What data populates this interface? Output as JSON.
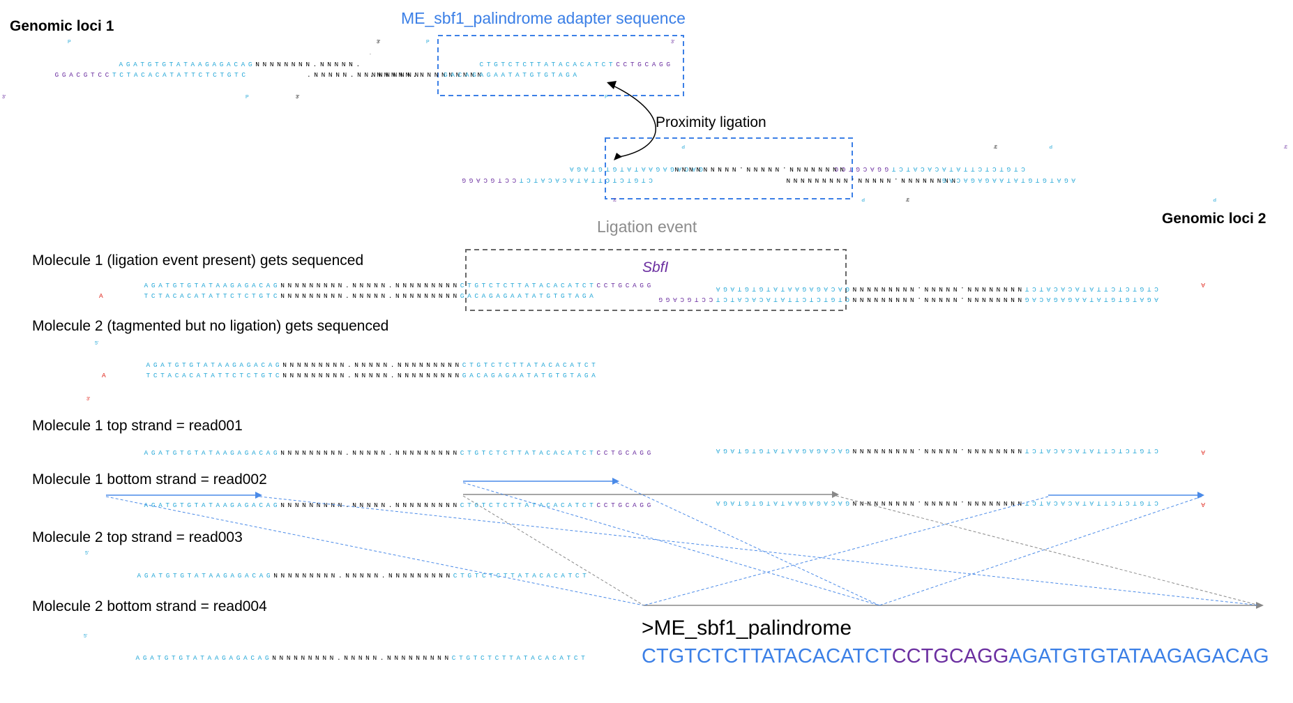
{
  "colors": {
    "cyan": "#29a9d8",
    "purple": "#6b2fa0",
    "black": "#000000",
    "red": "#e0281e",
    "blue_text": "#3b7fe6",
    "gray_text": "#8c8c8c",
    "blue_box": "#3b7fe6",
    "gray_box": "#666666",
    "arrow_blue": "#4a8ae8",
    "arrow_gray": "#888888"
  },
  "labels": {
    "genomic_loci_1": "Genomic loci 1",
    "genomic_loci_2": "Genomic loci 2",
    "adapter_title": "ME_sbf1_palindrome adapter sequence",
    "proximity_ligation": "Proximity ligation",
    "ligation_event": "Ligation event",
    "sbfi": "SbfI",
    "mol1_seq": "Molecule 1 (ligation event present) gets sequenced",
    "mol2_seq": "Molecule 2 (tagmented but no ligation) gets sequenced",
    "mol1_top": "Molecule 1 top strand = read001",
    "mol1_bottom": "Molecule 1 bottom strand = read002",
    "mol2_top": "Molecule 2 top strand = read003",
    "mol2_bottom": "Molecule 2 bottom strand = read004",
    "fasta_header": ">ME_sbf1_palindrome",
    "fasta_part1": "CTGTCTCTTATACACATCT",
    "fasta_part2": "CCTGCAGG",
    "fasta_part3": "AGATGTGTATAAGAGACAG"
  },
  "end_marks": {
    "p": "P",
    "three_prime": "3'",
    "five_prime": "5'",
    "a": "A",
    "dot": "."
  },
  "sequences": {
    "loci1_top_cyan": "AGATGTGTATAAGAGACAG",
    "loci1_top_n": "NNNNNNNN.NNNNN.",
    "loci1_bot_purple": "GGACGTCC",
    "loci1_bot_cyan": "TCTACACATATTCTCTGTC",
    "loci1_bot_n": ".NNNNN.NNNNNNNNN",
    "adapter_top_cyan": "CTGTCTCTTATACACATCT",
    "adapter_top_purple": "CCTGCAGG",
    "adapter_bot_cyan": "GACAGAGAATATGTGTAGA",
    "n_run": "NNNNNNNN.NNNNN.NNNNNNNNN",
    "n_run_mid": "NNNNNNNN.NNNNN.NNNNNNNN",
    "mol1_top_cyan": "AGATGTGTATAAGAGACAG",
    "mol1_top_n": "NNNNNNNNN.NNNNN.NNNNNNNNN",
    "mol1_bot_cyan": "TCTACACATATTCTCTGTC",
    "mol2_top_cyan": "AGATGTGTATAAGAGACAG",
    "mol2_bot_cyan": "TCTACACATATTCTCTGTC",
    "mol2_adapter": "CTGTCTCTTATACACATCT",
    "mol2_adapter_bot": "GACAGAGAATATGTGTAGA",
    "right_adapter_rev": "GACAGAGAATATGTGTAGA",
    "right_purple_rev": "GGACGTCC",
    "right_cyan_rev": "TCTACACATATTCTCTGTC",
    "right_tail_rev": "CTGTCTCTTATACACATCT",
    "right_bot_rev": "AGATGTGTATAAGAGACAG",
    "right_bot_cyan_rev": "GACAGAGAATATGTGTAGA",
    "read_tail_cyan": "CTGTCTCTTATACACA"
  }
}
